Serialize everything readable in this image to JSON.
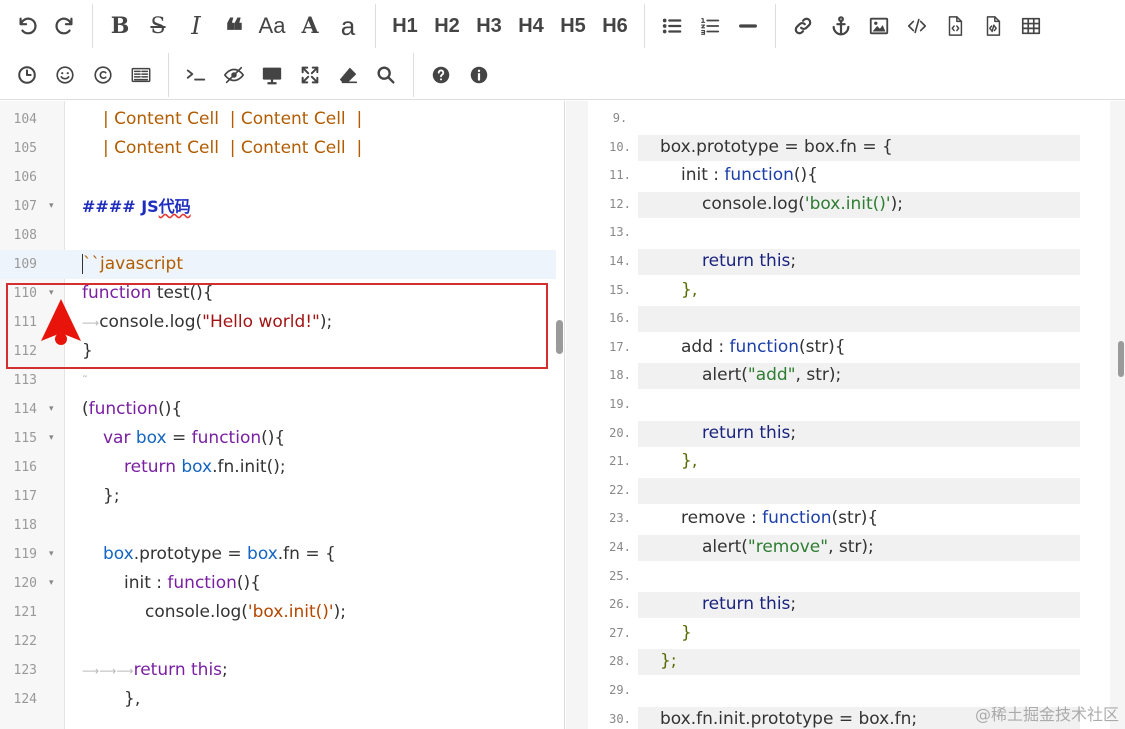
{
  "toolbar": {
    "headings": [
      "H1",
      "H2",
      "H3",
      "H4",
      "H5",
      "H6"
    ],
    "case_label": "Aa",
    "upper_label": "A",
    "lower_label": "a"
  },
  "editor": {
    "lines": [
      {
        "num": "104",
        "fold": "",
        "html": "<span class='cell'>| Content Cell  | Content Cell  |</span>",
        "indent": 1
      },
      {
        "num": "105",
        "fold": "",
        "html": "<span class='cell'>| Content Cell  | Content Cell  |</span>",
        "indent": 1
      },
      {
        "num": "106",
        "fold": "",
        "html": "",
        "indent": 0
      },
      {
        "num": "107",
        "fold": "▾",
        "html": "<span class='md-head'>#### JS<span class='squiggle'>代码</span></span>",
        "indent": 0
      },
      {
        "num": "108",
        "fold": "",
        "html": "",
        "indent": 0
      },
      {
        "num": "109",
        "fold": "",
        "html": "<span class='cursor'></span><span class='fence'>``javascript</span>",
        "indent": 0,
        "active": true
      },
      {
        "num": "110",
        "fold": "▾",
        "html": "<span class='kw'>function</span> test(){",
        "indent": 0
      },
      {
        "num": "111",
        "fold": "",
        "html": "<span class='tabar'>⟶</span>console.log(<span class='str'>\"Hello world!\"</span>);",
        "indent": 0
      },
      {
        "num": "112",
        "fold": "",
        "html": "}",
        "indent": 0
      },
      {
        "num": "113",
        "fold": "",
        "html": "<span class='tabar'>˜</span>",
        "indent": 0
      },
      {
        "num": "114",
        "fold": "▾",
        "html": "(<span class='kw'>function</span>(){",
        "indent": 0
      },
      {
        "num": "115",
        "fold": "▾",
        "html": "<span class='kw'>var</span> <span class='var'>box</span> = <span class='kw'>function</span>(){",
        "indent": 1
      },
      {
        "num": "116",
        "fold": "",
        "html": "<span class='kw'>return</span> <span class='var'>box</span>.fn.init();",
        "indent": 2
      },
      {
        "num": "117",
        "fold": "",
        "html": "};",
        "indent": 1
      },
      {
        "num": "118",
        "fold": "",
        "html": "",
        "indent": 0
      },
      {
        "num": "119",
        "fold": "▾",
        "html": "<span class='var'>box</span>.prototype = <span class='var'>box</span>.fn = {",
        "indent": 1
      },
      {
        "num": "120",
        "fold": "▾",
        "html": "init : <span class='kw'>function</span>(){",
        "indent": 2
      },
      {
        "num": "121",
        "fold": "",
        "html": "console.log(<span class='str2'>'box.init()'</span>);",
        "indent": 3
      },
      {
        "num": "122",
        "fold": "",
        "html": "",
        "indent": 0
      },
      {
        "num": "123",
        "fold": "",
        "html": "<span class='tabar'>⟶⟶⟶</span><span class='kw'>return</span> <span class='kw'>this</span>;",
        "indent": 0
      },
      {
        "num": "124",
        "fold": "",
        "html": "},",
        "indent": 2
      }
    ]
  },
  "preview": {
    "lines": [
      {
        "num": "9.",
        "html": "",
        "indent": 0,
        "block": false
      },
      {
        "num": "10.",
        "html": "box.prototype = box.fn = {",
        "indent": 1,
        "block": true
      },
      {
        "num": "11.",
        "html": "init : <span class='pkw2'>function</span>(){",
        "indent": 2,
        "block": false
      },
      {
        "num": "12.",
        "html": "console.log(<span class='pstr'>'box.init()'</span>);",
        "indent": 3,
        "block": true
      },
      {
        "num": "13.",
        "html": "",
        "indent": 0,
        "block": false
      },
      {
        "num": "14.",
        "html": "<span class='pkw'>return</span> <span class='pkw'>this</span>;",
        "indent": 3,
        "block": true
      },
      {
        "num": "15.",
        "html": "<span class='pbrace'>},</span>",
        "indent": 2,
        "block": false
      },
      {
        "num": "16.",
        "html": "",
        "indent": 0,
        "block": true
      },
      {
        "num": "17.",
        "html": "add : <span class='pkw2'>function</span>(str){",
        "indent": 2,
        "block": false
      },
      {
        "num": "18.",
        "html": "alert(<span class='pstr'>\"add\"</span>, str);",
        "indent": 3,
        "block": true
      },
      {
        "num": "19.",
        "html": "",
        "indent": 0,
        "block": false
      },
      {
        "num": "20.",
        "html": "<span class='pkw'>return</span> <span class='pkw'>this</span>;",
        "indent": 3,
        "block": true
      },
      {
        "num": "21.",
        "html": "<span class='pbrace'>},</span>",
        "indent": 2,
        "block": false
      },
      {
        "num": "22.",
        "html": "",
        "indent": 0,
        "block": true
      },
      {
        "num": "23.",
        "html": "remove : <span class='pkw2'>function</span>(str){",
        "indent": 2,
        "block": false
      },
      {
        "num": "24.",
        "html": "alert(<span class='pstr'>\"remove\"</span>, str);",
        "indent": 3,
        "block": true
      },
      {
        "num": "25.",
        "html": "",
        "indent": 0,
        "block": false
      },
      {
        "num": "26.",
        "html": "<span class='pkw'>return</span> <span class='pkw'>this</span>;",
        "indent": 3,
        "block": true
      },
      {
        "num": "27.",
        "html": "<span class='pbrace'>}</span>",
        "indent": 2,
        "block": false
      },
      {
        "num": "28.",
        "html": "<span class='pbrace'>};</span>",
        "indent": 1,
        "block": true
      },
      {
        "num": "29.",
        "html": "",
        "indent": 0,
        "block": false
      },
      {
        "num": "30.",
        "html": "box.fn.init.prototype = box.fn;",
        "indent": 1,
        "block": true
      }
    ]
  },
  "watermark": "@稀土掘金技术社区",
  "colors": {
    "highlight": "#d32f2f",
    "accent": "#1f2dbf"
  }
}
